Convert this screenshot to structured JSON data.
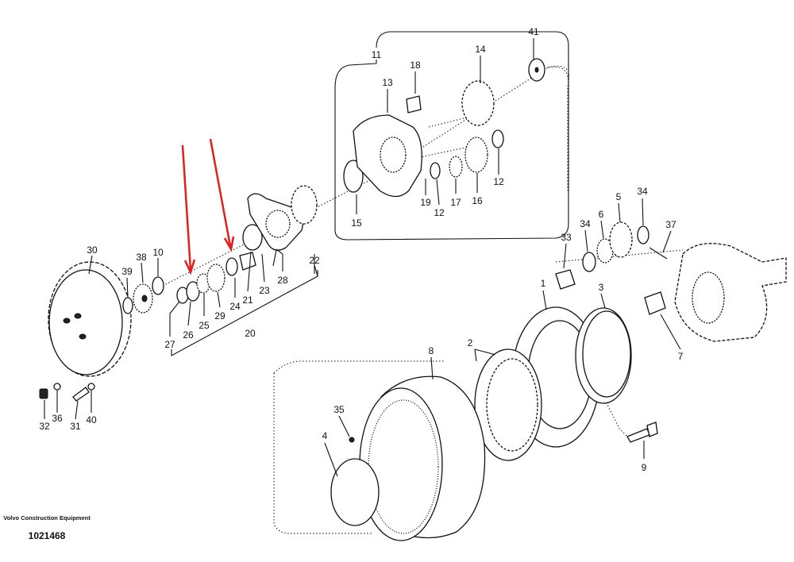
{
  "diagram": {
    "brand": "Volvo Construction Equipment",
    "drawing_number": "1021468",
    "callouts": [
      "41",
      "11",
      "14",
      "18",
      "13",
      "15",
      "19",
      "12",
      "17",
      "16",
      "12",
      "30",
      "38",
      "10",
      "39",
      "22",
      "28",
      "23",
      "21",
      "24",
      "29",
      "25",
      "26",
      "27",
      "20",
      "5",
      "34",
      "34",
      "6",
      "33",
      "37",
      "1",
      "3",
      "7",
      "2",
      "8",
      "35",
      "4",
      "9",
      "32",
      "36",
      "31",
      "40"
    ],
    "highlight_color": "#e0201e"
  }
}
